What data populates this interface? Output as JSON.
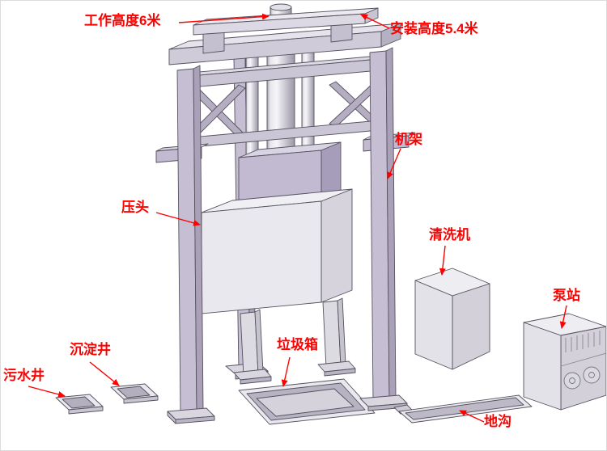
{
  "diagram": {
    "labels": {
      "working_height": "工作高度6米",
      "install_height": "安装高度5.4米",
      "frame": "机架",
      "press_head": "压头",
      "cleaning_machine": "清洗机",
      "pump_station": "泵站",
      "sedimentation_well": "沉淀井",
      "sewage_well": "污水井",
      "garbage_bin": "垃圾箱",
      "trench": "地沟"
    },
    "colors": {
      "annotation": "#ff0000",
      "frame_purple": "#c6bed3",
      "frame_purple_dark": "#aaa1b9",
      "panel_light": "#e9e8ee",
      "panel_dark": "#d3d0da",
      "background": "#ffffff"
    }
  }
}
